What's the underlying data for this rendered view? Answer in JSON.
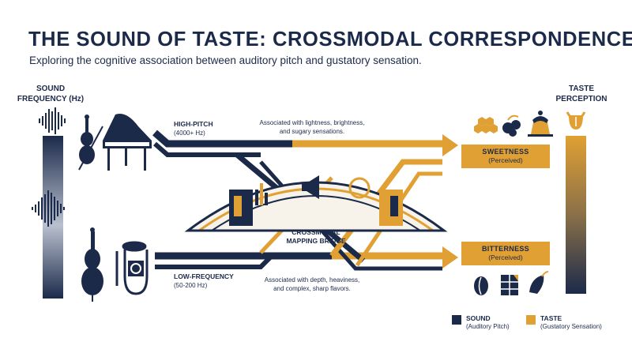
{
  "header": {
    "title": "THE SOUND OF TASTE: CROSSMODAL CORRESPONDENCE",
    "subtitle": "Exploring the cognitive association between auditory pitch and gustatory sensation."
  },
  "left_axis": {
    "label_line1": "SOUND",
    "label_line2": "FREQUENCY (Hz)"
  },
  "right_axis": {
    "label_line1": "TASTE",
    "label_line2": "PERCEPTION"
  },
  "high_band": {
    "label": "HIGH-PITCH",
    "range": "(4000+ Hz)",
    "desc_line1": "Associated with lightness, brightness,",
    "desc_line2": "and sugary sensations."
  },
  "low_band": {
    "label": "LOW-FREQUENCY",
    "range": "(50-200 Hz)",
    "desc_line1": "Associated with depth, heaviness,",
    "desc_line2": "and complex, sharp flavors."
  },
  "bridge": {
    "line1": "CROSSMODAL",
    "line2": "MAPPING BRIDGE"
  },
  "sweet_box": {
    "title": "SWEETNESS",
    "sub": "(Perceived)"
  },
  "bitter_box": {
    "title": "BITTERNESS",
    "sub": "(Perceived)"
  },
  "legend": {
    "sound": {
      "title": "SOUND",
      "sub": "(Auditory Pitch)",
      "color": "#1c2a4a"
    },
    "taste": {
      "title": "TASTE",
      "sub": "(Gustatory Sensation)",
      "color": "#e0a033"
    }
  },
  "colors": {
    "navy": "#1c2a4a",
    "gold": "#e0a033"
  },
  "icons": [
    "sound-wave-high-icon",
    "sound-wave-low-icon",
    "violin-icon",
    "grand-piano-icon",
    "cello-icon",
    "tuba-icon",
    "honeycomb-icon",
    "berries-icon",
    "pudding-icon",
    "coffee-bean-icon",
    "chocolate-icon",
    "chili-icon",
    "tongue-icon"
  ]
}
